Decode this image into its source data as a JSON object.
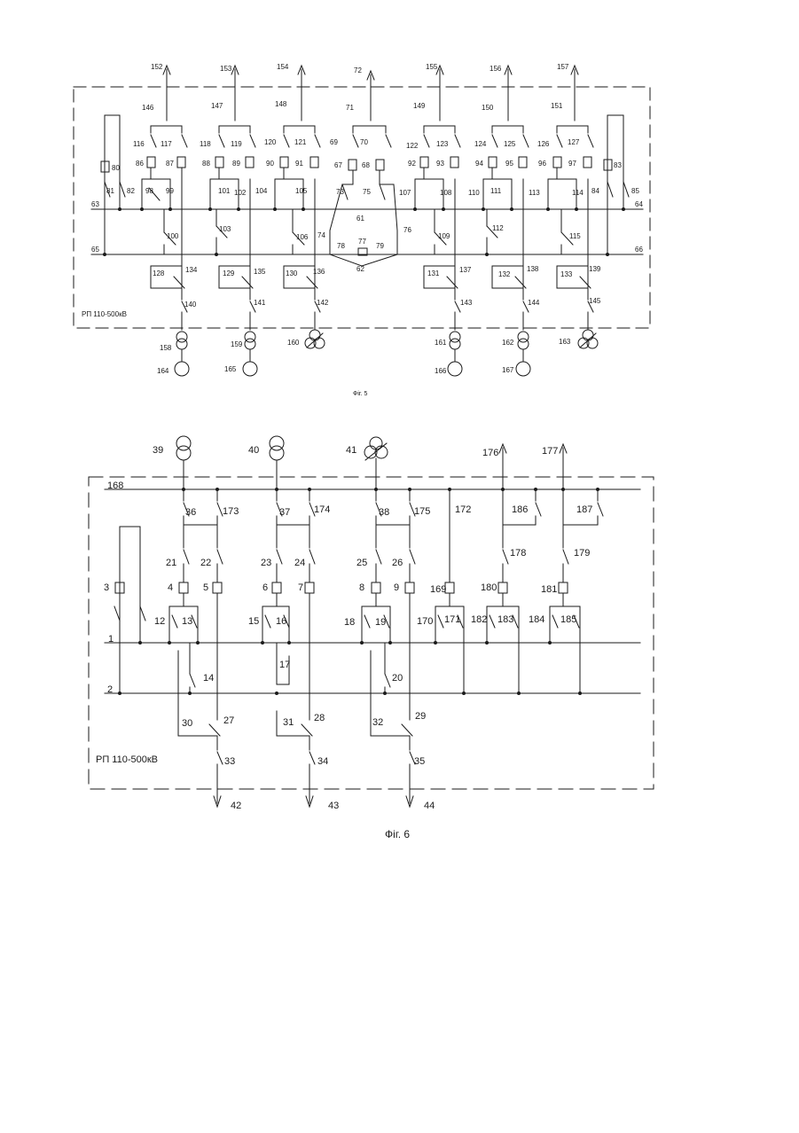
{
  "fig5": {
    "caption": "Фіг. 5",
    "panel_label": "РП 110-500кВ",
    "labels": [
      "152",
      "153",
      "154",
      "72",
      "155",
      "156",
      "157",
      "146",
      "147",
      "148",
      "71",
      "149",
      "150",
      "151",
      "116",
      "117",
      "118",
      "119",
      "120",
      "121",
      "69",
      "70",
      "122",
      "123",
      "124",
      "125",
      "126",
      "127",
      "80",
      "86",
      "87",
      "88",
      "89",
      "90",
      "91",
      "67",
      "68",
      "92",
      "93",
      "94",
      "95",
      "96",
      "97",
      "83",
      "81",
      "82",
      "98",
      "99",
      "101",
      "102",
      "104",
      "105",
      "73",
      "75",
      "107",
      "108",
      "110",
      "111",
      "113",
      "114",
      "84",
      "85",
      "63",
      "64",
      "61",
      "100",
      "103",
      "106",
      "74",
      "76",
      "109",
      "112",
      "115",
      "78",
      "77",
      "79",
      "65",
      "66",
      "62",
      "128",
      "134",
      "129",
      "135",
      "130",
      "136",
      "131",
      "137",
      "132",
      "138",
      "133",
      "139",
      "140",
      "141",
      "142",
      "143",
      "144",
      "145",
      "158",
      "159",
      "160",
      "161",
      "162",
      "163",
      "164",
      "165",
      "166",
      "167"
    ]
  },
  "fig6": {
    "caption": "Фіг. 6",
    "panel_label": "РП 110-500кВ",
    "labels": [
      "39",
      "40",
      "41",
      "176",
      "177",
      "168",
      "36",
      "173",
      "37",
      "174",
      "38",
      "175",
      "172",
      "186",
      "187",
      "178",
      "179",
      "21",
      "22",
      "23",
      "24",
      "25",
      "26",
      "3",
      "4",
      "5",
      "6",
      "7",
      "8",
      "9",
      "169",
      "180",
      "181",
      "12",
      "13",
      "15",
      "16",
      "18",
      "19",
      "170",
      "171",
      "182",
      "183",
      "184",
      "185",
      "1",
      "17",
      "14",
      "20",
      "2",
      "30",
      "27",
      "31",
      "28",
      "32",
      "29",
      "33",
      "34",
      "35",
      "42",
      "43",
      "44"
    ]
  },
  "colors": {
    "ink": "#1a1a1a",
    "paper": "#ffffff"
  }
}
